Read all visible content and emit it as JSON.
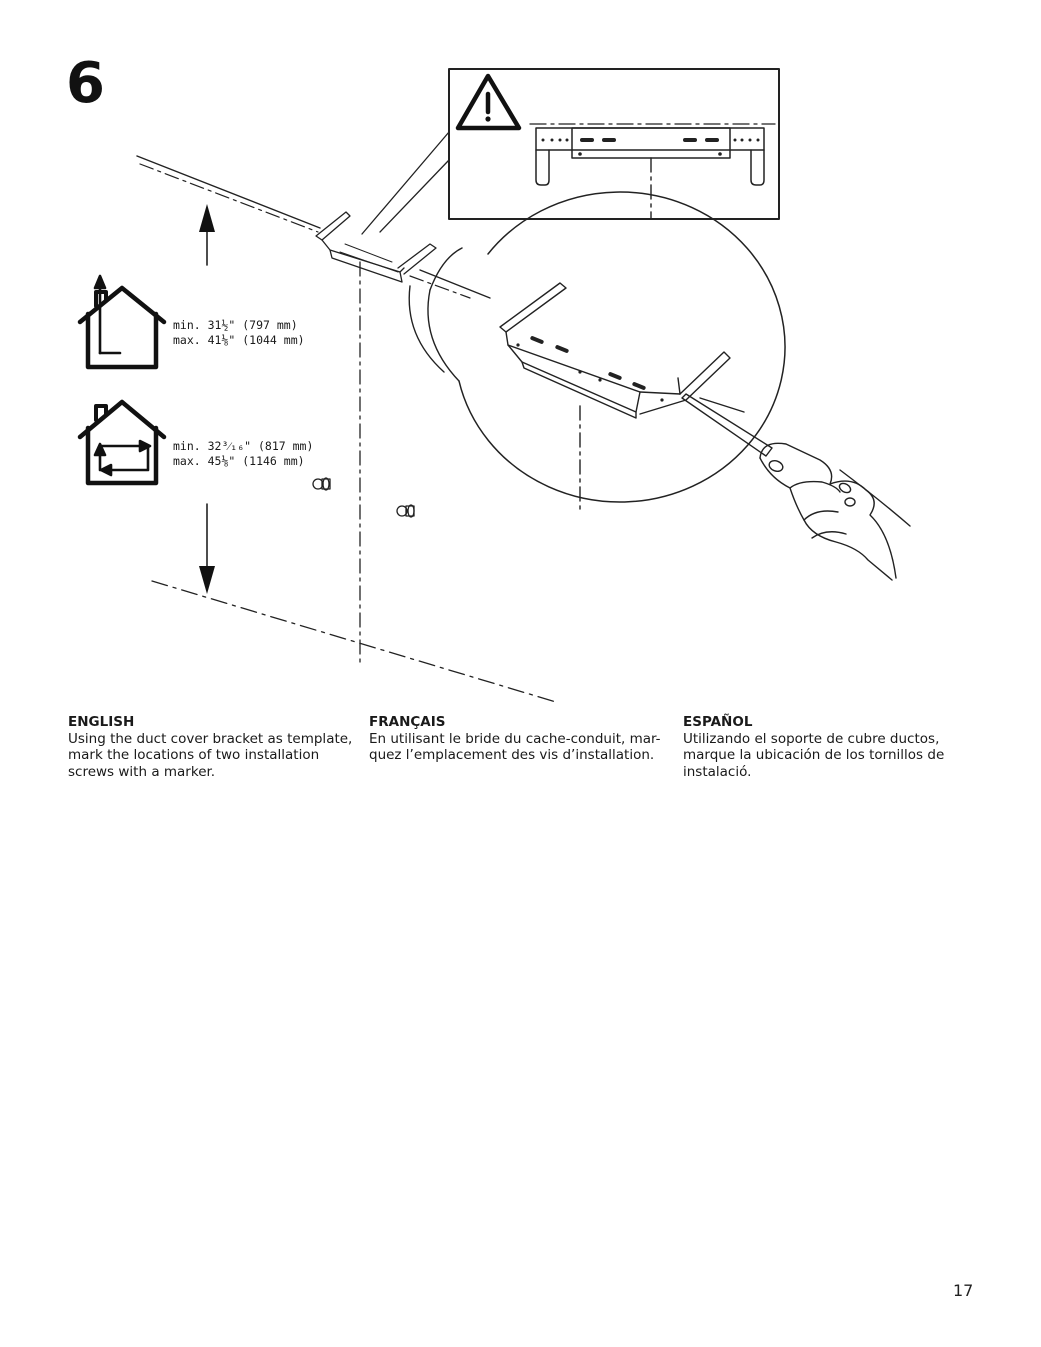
{
  "step_number": "6",
  "dimensions": {
    "vented_min": "min. 31½\" (797 mm)",
    "vented_max": "max. 41⅛\" (1044 mm)",
    "recirc_min": "min. 32³⁄₁₆\" (817 mm)",
    "recirc_max": "max. 45⅛\" (1146 mm)"
  },
  "columns": [
    {
      "heading": "ENGLISH",
      "body": "Using the duct cover bracket as template,\nmark the locations of two installation\nscrews with a marker."
    },
    {
      "heading": "FRANÇAIS",
      "body": "En utilisant le bride du cache-conduit, mar-\nquez l’emplacement des vis d’installation."
    },
    {
      "heading": "ESPAÑOL",
      "body": "Utilizando el soporte de cubre ductos,\nmarque la ubicación de los tornillos de\ninstalació."
    }
  ],
  "page_number": "17"
}
